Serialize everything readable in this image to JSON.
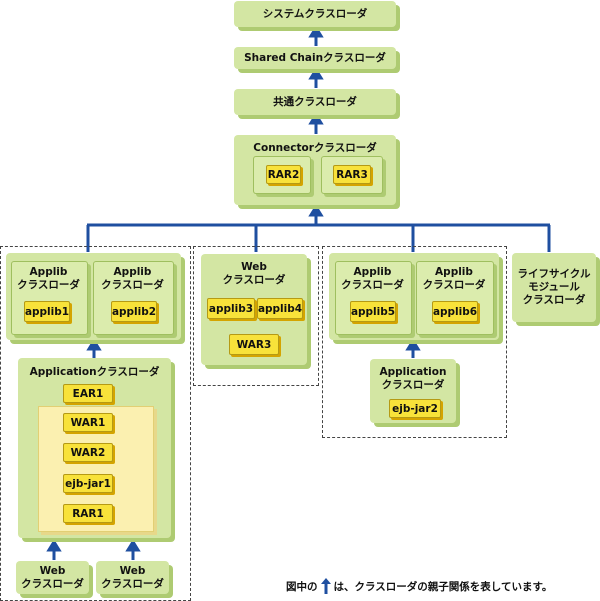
{
  "system_loader": "システムクラスローダ",
  "shared_chain_loader": "Shared Chainクラスローダ",
  "common_loader": "共通クラスローダ",
  "connector_loader": {
    "title": "Connectorクラスローダ",
    "rars": [
      "RAR2",
      "RAR3"
    ]
  },
  "group1": {
    "applib_a": {
      "title": "Applib\nクラスローダ",
      "item": "applib1"
    },
    "applib_b": {
      "title": "Applib\nクラスローダ",
      "item": "applib2"
    },
    "application": {
      "title": "Applicationクラスローダ",
      "ear": "EAR1",
      "modules": [
        "WAR1",
        "WAR2",
        "ejb-jar1",
        "RAR1"
      ]
    },
    "web_a": "Web\nクラスローダ",
    "web_b": "Web\nクラスローダ"
  },
  "group2": {
    "web": {
      "title": "Web\nクラスローダ",
      "items": [
        "applib3",
        "applib4"
      ],
      "war": "WAR3"
    }
  },
  "group3": {
    "applib_a": {
      "title": "Applib\nクラスローダ",
      "item": "applib5"
    },
    "applib_b": {
      "title": "Applib\nクラスローダ",
      "item": "applib6"
    },
    "application": {
      "title": "Application\nクラスローダ",
      "item": "ejb-jar2"
    }
  },
  "lifecycle_loader": "ライフサイクル\nモジュール\nクラスローダ",
  "footnote": {
    "before": "図中の",
    "after": "は、クラスローダの親子関係を表しています。"
  },
  "colors": {
    "loader_fill": "#d3e6a3",
    "archive_fill": "#f8e23a",
    "arrow": "#1f4fa0"
  },
  "icons": {
    "relation_arrow": "up-arrow-icon"
  }
}
